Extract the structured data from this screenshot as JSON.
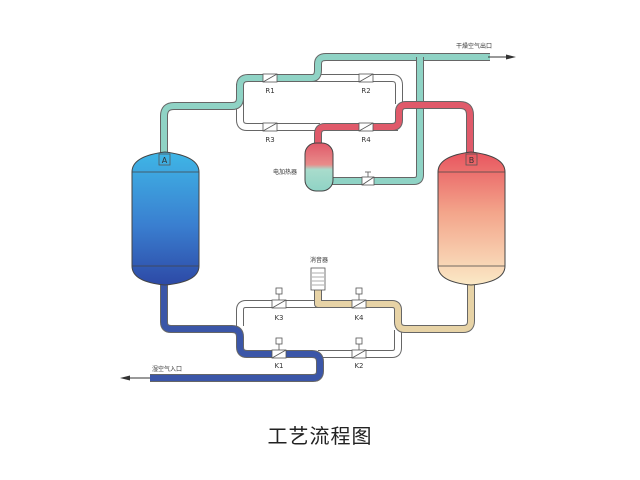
{
  "caption": "工艺流程图",
  "labels": {
    "tank_a": "A",
    "tank_b": "B",
    "outlet": "干燥空气出口",
    "inlet": "湿空气入口",
    "heater": "电加热器",
    "muffler": "消音器",
    "valve_r1": "R1",
    "valve_r2": "R2",
    "valve_r3": "R3",
    "valve_r4": "R4",
    "valve_k1": "K1",
    "valve_k2": "K2",
    "valve_k3": "K3",
    "valve_k4": "K4"
  },
  "colors": {
    "dry_pipe": "#8fd3c5",
    "hot_pipe": "#e05a6a",
    "wet_pipe": "#3b56a8",
    "exhaust_pipe": "#e7d3a6",
    "idle_pipe": "#ffffff",
    "pipe_outline": "#666666",
    "tank_a_top": "#3fb6e6",
    "tank_a_bottom": "#2d49a6",
    "tank_b_top": "#e8555f",
    "tank_b_bottom": "#fbe3b8"
  }
}
